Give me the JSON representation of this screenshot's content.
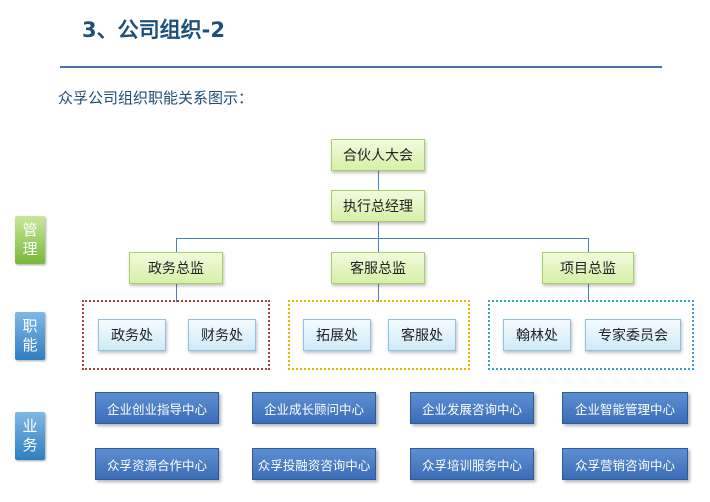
{
  "title": "3、公司组织-2",
  "subtitle": "众孚公司组织职能关系图示：",
  "side_labels": {
    "management": [
      "管",
      "理"
    ],
    "function": [
      "职",
      "能"
    ],
    "business": [
      "业",
      "务"
    ]
  },
  "org": {
    "top": "合伙人大会",
    "executive": "执行总经理",
    "directors": [
      "政务总监",
      "客服总监",
      "项目总监"
    ],
    "departments": [
      "政务处",
      "财务处",
      "拓展处",
      "客服处",
      "翰林处",
      "专家委员会"
    ]
  },
  "business_centers": [
    "企业创业指导中心",
    "企业成长顾问中心",
    "企业发展咨询中心",
    "企业智能管理中心",
    "众孚资源合作中心",
    "众孚投融资咨询中心",
    "众孚培训服务中心",
    "众孚营销咨询中心"
  ],
  "colors": {
    "heading": "#1f4e79",
    "frame_red": "#c0392b",
    "frame_orange": "#f0b400",
    "frame_cyan": "#2aa8c9",
    "business_box": "#4a7ec5",
    "connector": "#4a7fc0"
  }
}
